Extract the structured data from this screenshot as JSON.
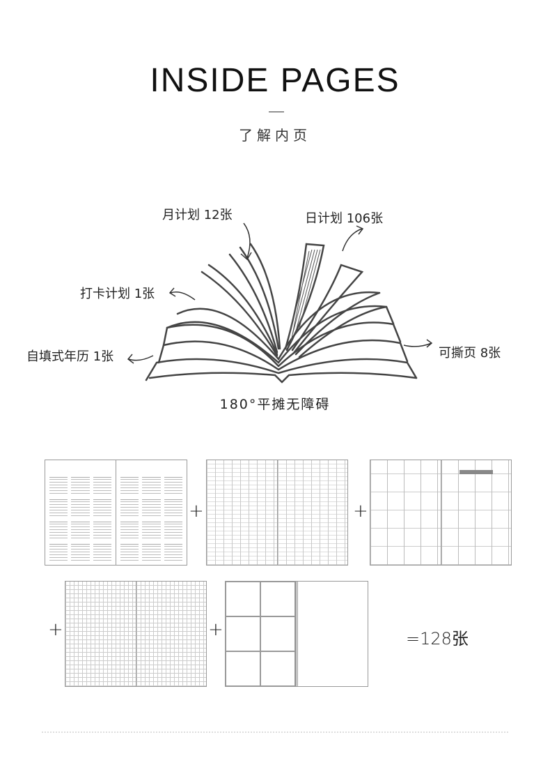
{
  "title": "INSIDE PAGES",
  "subtitle": "了解内页",
  "labels": {
    "monthly": "月计划 12张",
    "daily": "日计划 106张",
    "checkin": "打卡计划 1张",
    "calendar": "自填式年历 1张",
    "tearoff": "可撕页 8张"
  },
  "flat_text": "180°平摊无障碍",
  "plus": "+",
  "total": "=128张"
}
